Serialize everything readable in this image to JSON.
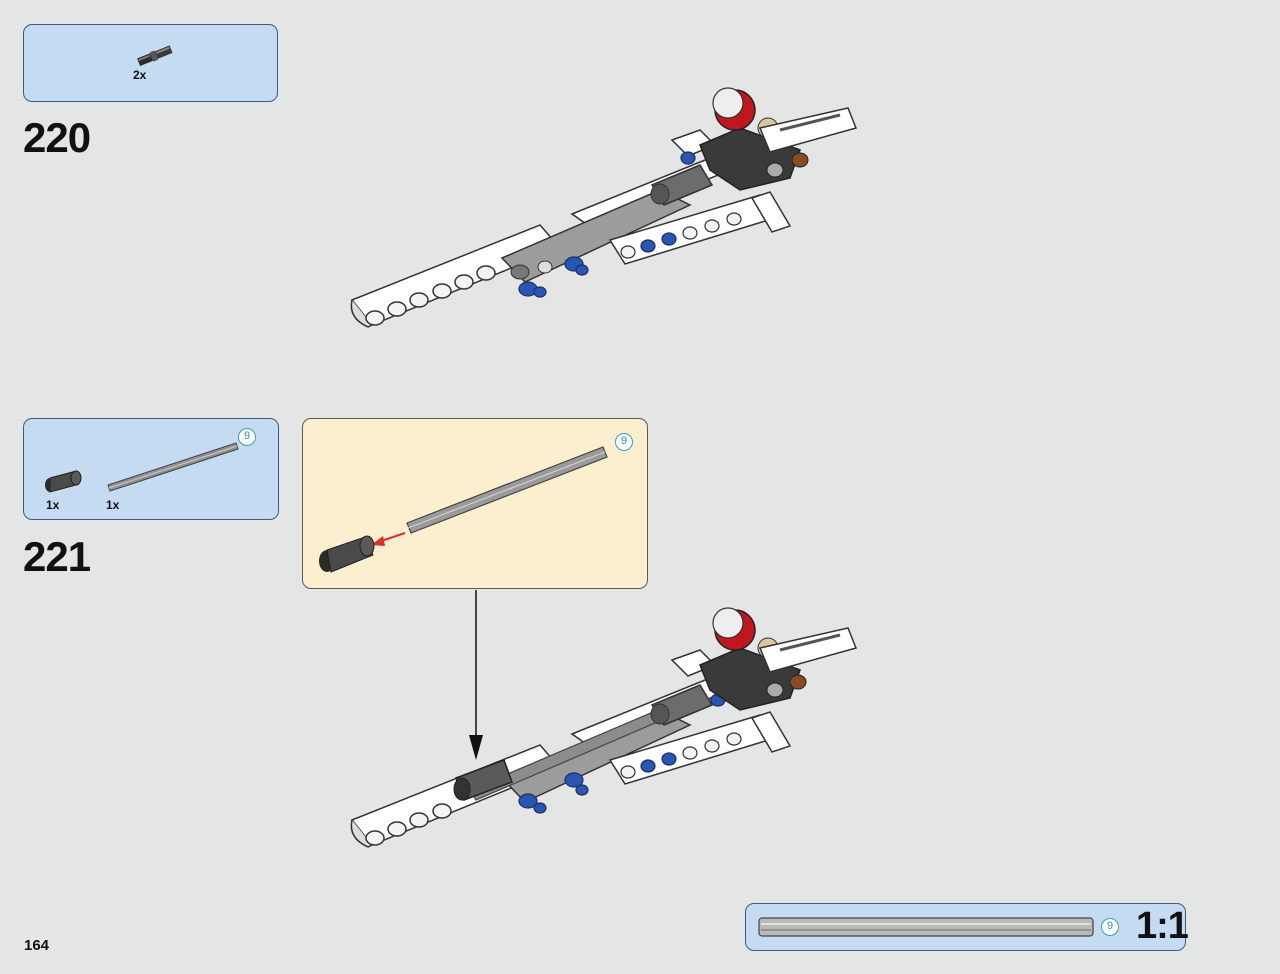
{
  "steps": [
    {
      "number": "220",
      "parts": [
        {
          "name": "axle-pin-with-friction",
          "qty": "2x"
        }
      ]
    },
    {
      "number": "221",
      "parts": [
        {
          "name": "axle-connector",
          "qty": "1x"
        },
        {
          "name": "axle-9",
          "qty": "1x",
          "length": "9"
        }
      ],
      "callout": {
        "axle_length": "9"
      }
    }
  ],
  "page_number": "164",
  "scale": {
    "label": "1:1",
    "axle_length": "9"
  },
  "colors": {
    "parts_box": "#c4dbf2",
    "callout_bg": "#fcefcf",
    "page_bg": "#e4e5e5",
    "length_badge": "#2a95b4",
    "arrow_red": "#d6322a",
    "pin_blue": "#2a56b3"
  }
}
